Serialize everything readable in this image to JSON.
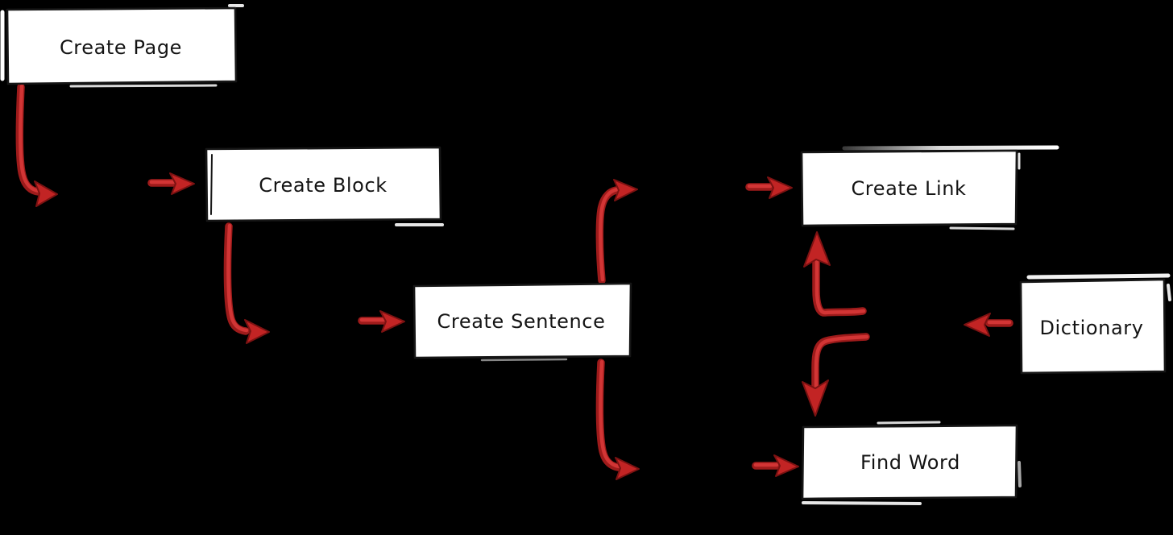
{
  "diagram": {
    "type": "hand-drawn-flowchart",
    "background_color": "#000000",
    "box_fill_color": "#ffffff",
    "box_border_color": "#161616",
    "label_text_color": "#141414",
    "arrow_color": "#c92a2a",
    "nodes": {
      "create_page": {
        "label": "Create Page"
      },
      "create_block": {
        "label": "Create Block"
      },
      "create_sentence": {
        "label": "Create Sentence"
      },
      "create_link": {
        "label": "Create Link"
      },
      "find_word": {
        "label": "Find Word"
      },
      "dictionary": {
        "label": "Dictionary"
      }
    },
    "edges": [
      {
        "from": "Create Page",
        "to": "Create Block",
        "arrow_style": "down-then-right hook plus straight arrow"
      },
      {
        "from": "Create Block",
        "to": "Create Sentence",
        "arrow_style": "down-then-right hook plus straight arrow"
      },
      {
        "from": "Create Sentence",
        "to": "Create Link",
        "arrow_style": "up-then-right hook plus straight arrow"
      },
      {
        "from": "Create Sentence",
        "to": "Find Word",
        "arrow_style": "down-then-right hook plus straight arrow"
      },
      {
        "from": "Find Word",
        "to": "Create Link",
        "arrow_style": "left-then-up hook"
      },
      {
        "from": "Create Link",
        "to": "Find Word",
        "arrow_style": "left-then-down hook"
      },
      {
        "from": "Dictionary",
        "to": "Create Link / Find Word",
        "arrow_style": "straight left arrow"
      }
    ]
  }
}
